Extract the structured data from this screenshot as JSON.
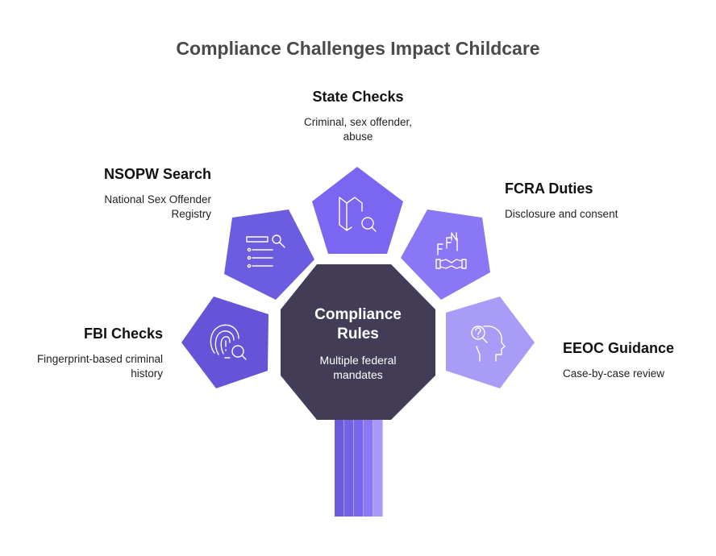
{
  "title": "Compliance Challenges Impact Childcare",
  "center": {
    "title_line1": "Compliance",
    "title_line2": "Rules",
    "desc_line1": "Multiple federal",
    "desc_line2": "mandates"
  },
  "items": [
    {
      "title": "State Checks",
      "desc_line1": "Criminal, sex offender,",
      "desc_line2": "abuse",
      "icon": "map-search-icon",
      "color": "#7a66f0"
    },
    {
      "title": "NSOPW Search",
      "desc_line1": "National Sex Offender",
      "desc_line2": "Registry",
      "icon": "list-search-icon",
      "color": "#6c5ce0"
    },
    {
      "title": "FCRA Duties",
      "desc_line1": "Disclosure and consent",
      "icon": "handshake-document-icon",
      "color": "#8a77f5"
    },
    {
      "title": "FBI Checks",
      "desc_line1": "Fingerprint-based criminal",
      "desc_line2": "history",
      "icon": "fingerprint-search-icon",
      "color": "#6553d8"
    },
    {
      "title": "EEOC Guidance",
      "desc_line1": "Case-by-case review",
      "icon": "head-question-icon",
      "color": "#a99cf7"
    }
  ],
  "colors": {
    "center": "#423c57",
    "stem": [
      "#6b5bd8",
      "#7262e6",
      "#7866ef",
      "#8a78f5",
      "#a89af8"
    ]
  }
}
